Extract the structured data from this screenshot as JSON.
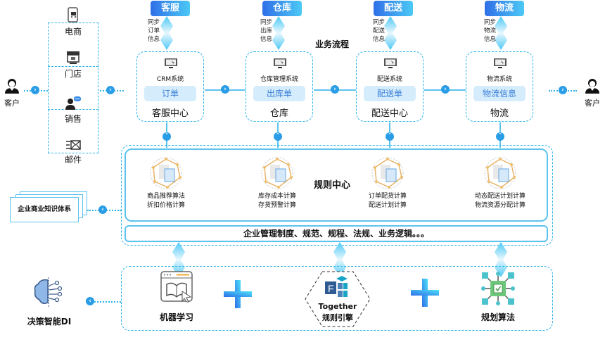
{
  "diagram_title": "业务流程",
  "customers": {
    "left_label": "客户",
    "right_label": "客户"
  },
  "channels": [
    {
      "label": "电商",
      "icon": "mobile-shop-icon"
    },
    {
      "label": "门店",
      "icon": "store-icon"
    },
    {
      "label": "销售",
      "icon": "salesperson-icon"
    },
    {
      "label": "邮件",
      "icon": "mail-icon"
    }
  ],
  "departments": [
    {
      "tag": "客服",
      "sync": [
        "同步",
        "订单",
        "信息"
      ],
      "system": "CRM系统",
      "document": "订单",
      "title": "客服中心"
    },
    {
      "tag": "仓库",
      "sync": [
        "同步",
        "出库",
        "信息"
      ],
      "system": "仓库管理系统",
      "document": "出库单",
      "title": "仓库"
    },
    {
      "tag": "配送",
      "sync": [
        "同步",
        "配送",
        "信息"
      ],
      "system": "配送系统",
      "document": "配送单",
      "title": "配送中心"
    },
    {
      "tag": "物流",
      "sync": [
        "同步",
        "物流",
        "信息"
      ],
      "system": "物流系统",
      "document": "物流信息",
      "title": "物流"
    }
  ],
  "rule_center": {
    "title": "规则中心",
    "items": [
      {
        "line1": "商品推荐算法",
        "line2": "折扣价格计算"
      },
      {
        "line1": "库存成本计算",
        "line2": "存货预警计算"
      },
      {
        "line1": "订单配货计算",
        "line2": "配送计划计算"
      },
      {
        "line1": "动态配送计划计算",
        "line2": "物流资源分配计算"
      }
    ],
    "policies": "企业管理制度、规范、规程、法规、业务逻辑。。。"
  },
  "knowledge": {
    "label": "企业商业知识体系"
  },
  "decision": {
    "label": "决策智能DI"
  },
  "engines": [
    {
      "label": "机器学习",
      "icon": "machine-learning-icon"
    },
    {
      "label_line1": "Together",
      "label_line2": "规则引擎",
      "icon": "rule-engine-icon"
    },
    {
      "label": "规划算法",
      "icon": "planning-algorithm-icon"
    }
  ],
  "colors": {
    "accent": "#2bb3ea",
    "tag_start": "#2f6fe8",
    "tag_end": "#4cc9f5",
    "doc_bg": "#d4ecfb",
    "doc_text": "#3a7fd9"
  }
}
